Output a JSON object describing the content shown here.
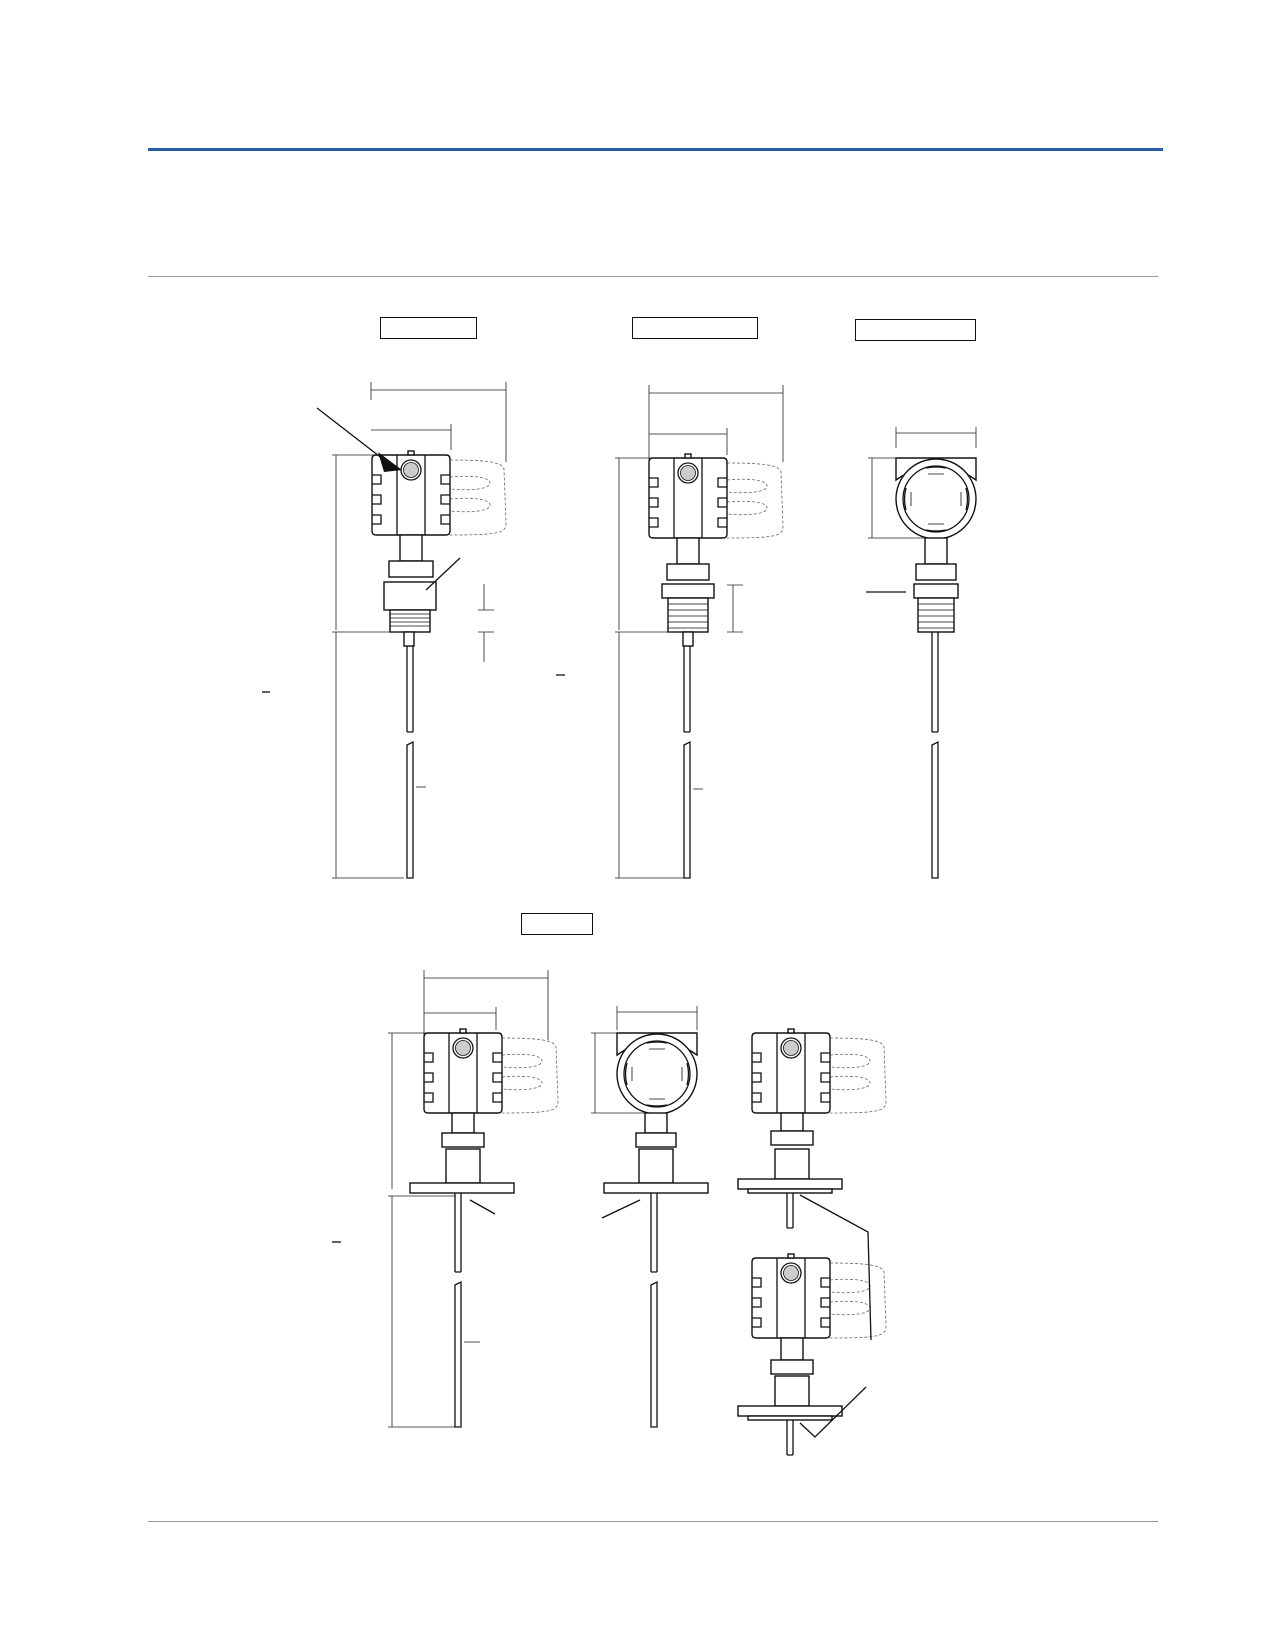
{
  "colors": {
    "accent_rule": "#2a5d9f",
    "line": "#111111",
    "window": "#cccccc"
  },
  "figures": {
    "top_row": [
      "threaded-probe-aluminum-housing",
      "threaded-probe-side-view",
      "threaded-probe-front-view"
    ],
    "bottom_row": [
      "flanged-probe-aluminum-housing",
      "flanged-probe-front-view",
      "flanged-probe-options"
    ]
  }
}
